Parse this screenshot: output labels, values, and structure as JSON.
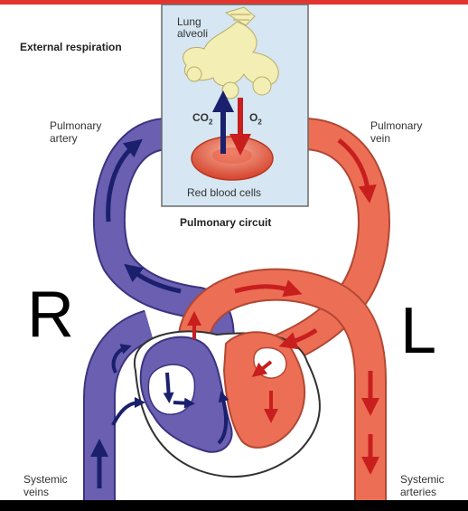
{
  "labels": {
    "external_respiration": "External respiration",
    "lung_alveoli_1": "Lung",
    "lung_alveoli_2": "alveoli",
    "co2": "CO",
    "co2_sub": "2",
    "o2": "O",
    "o2_sub": "2",
    "red_blood_cells": "Red blood cells",
    "pulmonary_circuit": "Pulmonary circuit",
    "pulmonary_artery_1": "Pulmonary",
    "pulmonary_artery_2": "artery",
    "pulmonary_vein_1": "Pulmonary",
    "pulmonary_vein_2": "vein",
    "right": "R",
    "left": "L",
    "systemic_veins_1": "Systemic",
    "systemic_veins_2": "veins",
    "systemic_arteries_1": "Systemic",
    "systemic_arteries_2": "arteries"
  },
  "colors": {
    "deoxygenated": "#6a5fb0",
    "oxygenated": "#ec6f55",
    "arrow_blue": "#1a1f6e",
    "arrow_red": "#c81e1e",
    "panel_bg": "#d6e6f2",
    "alveoli": "#f3eeb4"
  }
}
